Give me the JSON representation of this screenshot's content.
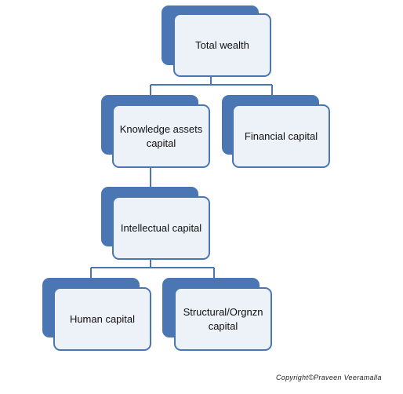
{
  "diagram": {
    "nodes": {
      "total_wealth": "Total wealth",
      "knowledge_assets": "Knowledge assets\ncapital",
      "financial": "Financial capital",
      "intellectual": "Intellectual capital",
      "human": "Human capital",
      "structural": "Structural/Orgnzn\ncapital"
    },
    "colors": {
      "box_fill": "#edf2f9",
      "box_shadow": "#4a76b4",
      "connector": "#4a76b4"
    }
  },
  "footer": {
    "copyright": "Copyright©Praveen  Veeramalla"
  }
}
